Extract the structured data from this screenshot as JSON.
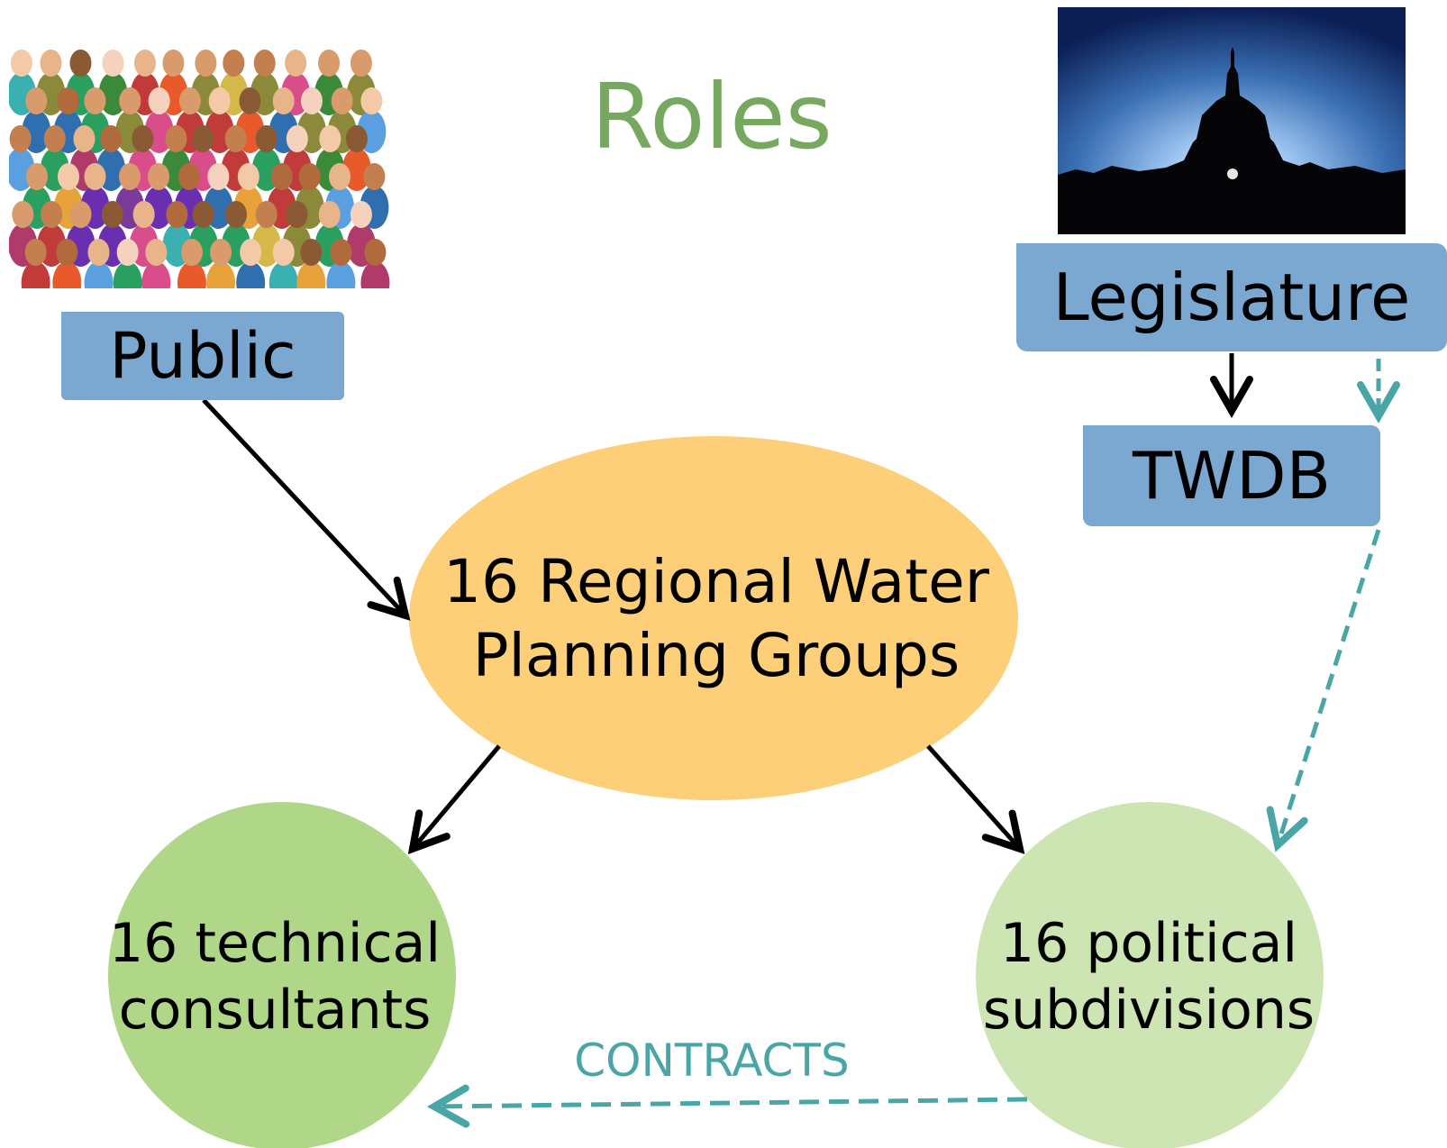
{
  "title": "Roles",
  "nodes": {
    "public": "Public",
    "legislature": "Legislature",
    "twdb": "TWDB",
    "rwpg_line1": "16 Regional Water",
    "rwpg_line2": "Planning Groups",
    "tech_line1": "16 technical",
    "tech_line2": "consultants",
    "pol_line1": "16 political",
    "pol_line2": "subdivisions"
  },
  "edges": {
    "contracts_label": "CONTRACTS"
  },
  "colors": {
    "title": "#76a860",
    "box": "#7aa8d0",
    "rwpg": "#fccf78",
    "tech": "#b0d687",
    "pol": "#cde5b2",
    "dashed_arrow": "#4aa6a6"
  },
  "images": {
    "crowd": "people-crowd-illustration",
    "capitol": "capitol-dome-silhouette-photo"
  }
}
